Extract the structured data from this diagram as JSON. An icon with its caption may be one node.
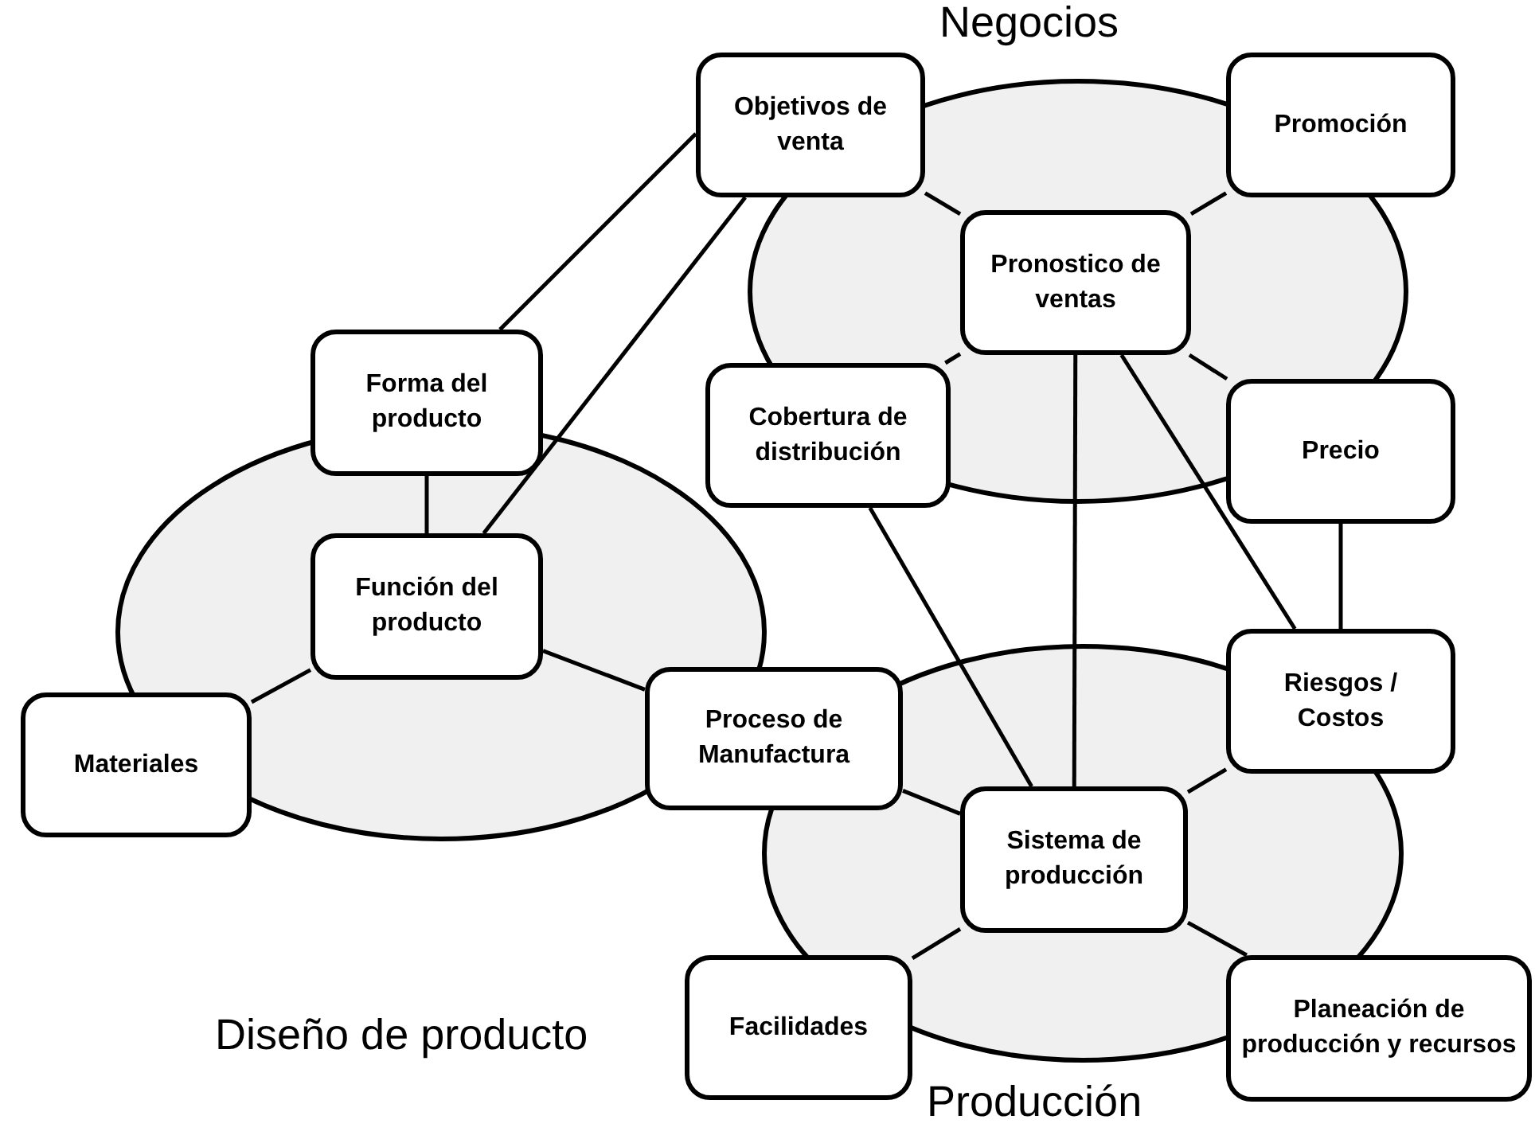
{
  "diagram": {
    "nodes": [
      {
        "text": [
          "Negocios"
        ]
      },
      {
        "text": [
          "Objetivos de venta"
        ]
      },
      {
        "text": [
          "Promoción"
        ]
      },
      {
        "text": [
          "Pronostico de ventas"
        ]
      },
      {
        "text": [
          "Cobertura de distribución"
        ]
      },
      {
        "text": [
          "Precio"
        ]
      },
      {
        "text": [
          "Diseño de producto"
        ]
      },
      {
        "text": [
          "Forma del producto"
        ]
      },
      {
        "text": [
          "Función del producto"
        ]
      },
      {
        "text": [
          "Materiales"
        ]
      },
      {
        "text": [
          "Proceso de Manufactura"
        ]
      },
      {
        "text": [
          "Producción"
        ]
      },
      {
        "text": [
          "Riesgos / Costos"
        ]
      },
      {
        "text": [
          "Sistema de producción"
        ]
      },
      {
        "text": [
          "Facilidades"
        ]
      },
      {
        "text": [
          "Planeación de producción y recursos"
        ]
      }
    ],
    "edges": [
      {
        "from": 1,
        "to": 7,
        "arrow": "none"
      },
      {
        "from": 1,
        "to": 8,
        "arrow": "none"
      },
      {
        "from": 1,
        "to": 3,
        "arrow": "none"
      },
      {
        "from": 2,
        "to": 3,
        "arrow": "none"
      },
      {
        "from": 4,
        "to": 3,
        "arrow": "none"
      },
      {
        "from": 3,
        "to": 5,
        "arrow": "none"
      },
      {
        "from": 3,
        "to": 13,
        "arrow": "none"
      },
      {
        "from": 3,
        "to": 12,
        "arrow": "none"
      },
      {
        "from": 4,
        "to": 13,
        "arrow": "none"
      },
      {
        "from": 5,
        "to": 12,
        "arrow": "none"
      },
      {
        "from": 7,
        "to": 8,
        "arrow": "none"
      },
      {
        "from": 8,
        "to": 9,
        "arrow": "none"
      },
      {
        "from": 8,
        "to": 10,
        "arrow": "none"
      },
      {
        "from": 10,
        "to": 13,
        "arrow": "none"
      },
      {
        "from": 12,
        "to": 13,
        "arrow": "none"
      },
      {
        "from": 13,
        "to": 14,
        "arrow": "none"
      },
      {
        "from": 13,
        "to": 15,
        "arrow": "none"
      }
    ]
  }
}
